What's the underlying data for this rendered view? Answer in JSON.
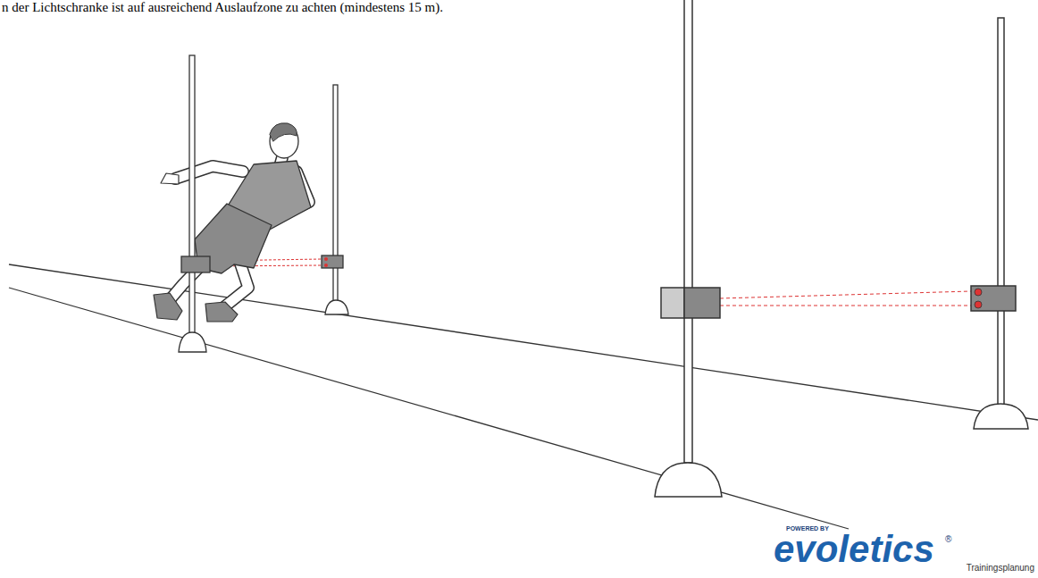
{
  "diagram": {
    "labels": [
      "n der Lichtschranke ist auf ausreichend Auslaufzone zu achten (mindestens 15 m).",
      "POWERED BY",
      "evoletics",
      "®",
      "Trainingsplanung"
    ]
  }
}
